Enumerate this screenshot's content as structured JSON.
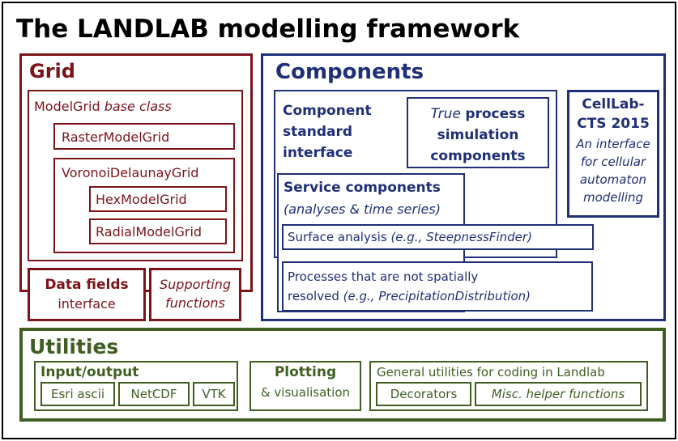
{
  "title": "The LANDLAB modelling framework",
  "grid": {
    "heading": "Grid",
    "modelgrid_name": "ModelGrid",
    "modelgrid_suffix": "base class",
    "raster": "RasterModelGrid",
    "voronoi": "VoronoiDelaunayGrid",
    "hex": "HexModelGrid",
    "radial": "RadialModelGrid",
    "datafields_bold": "Data fields",
    "datafields_rest": "interface",
    "supporting_1": "Supporting",
    "supporting_2": "functions"
  },
  "components": {
    "heading": "Components",
    "standard_1": "Component",
    "standard_2": "standard",
    "standard_3": "interface",
    "true_word": "True",
    "process_word": "process",
    "simulation_word": "simulation",
    "components_word": "components",
    "service_heading": "Service components",
    "service_sub": "(analyses & time series)",
    "surface_prefix": "Surface analysis",
    "surface_example": "(e.g., SteepnessFinder)",
    "processes_line1": "Processes that are not spatially",
    "processes_line2_prefix": "resolved",
    "processes_example": "(e.g., PrecipitationDistribution)"
  },
  "cellab": {
    "title_1": "CellLab-",
    "title_2": "CTS 2015",
    "desc_1": "An interface",
    "desc_2": "for cellular",
    "desc_3": "automaton",
    "desc_4": "modelling"
  },
  "utilities": {
    "heading": "Utilities",
    "io_heading": "Input/output",
    "esri": "Esri ascii",
    "netcdf": "NetCDF",
    "vtk": "VTK",
    "plotting_bold": "Plotting",
    "plotting_rest": "& visualisation",
    "general": "General utilities for coding in Landlab",
    "decorators": "Decorators",
    "misc": "Misc. helper functions"
  },
  "colors": {
    "grid": "#7a1419",
    "components": "#1f2f78",
    "utilities": "#3f5f22"
  }
}
